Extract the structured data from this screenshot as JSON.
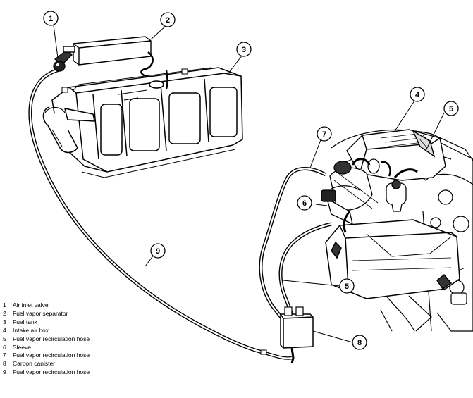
{
  "callouts": [
    {
      "number": "1"
    },
    {
      "number": "2"
    },
    {
      "number": "3"
    },
    {
      "number": "4"
    },
    {
      "number": "5"
    },
    {
      "number": "7"
    },
    {
      "number": "6"
    },
    {
      "number": "9"
    },
    {
      "number": "5"
    },
    {
      "number": "8"
    }
  ],
  "legend": [
    {
      "number": "1",
      "text": "Air inlet valve"
    },
    {
      "number": "2",
      "text": "Fuel vapor separator"
    },
    {
      "number": "3",
      "text": "Fuel tank"
    },
    {
      "number": "4",
      "text": "Intake air box"
    },
    {
      "number": "5",
      "text": "Fuel vapor recirculation hose"
    },
    {
      "number": "6",
      "text": "Sleeve"
    },
    {
      "number": "7",
      "text": "Fuel vapor recirculation hose"
    },
    {
      "number": "8",
      "text": "Carbon canister"
    },
    {
      "number": "9",
      "text": "Fuel vapor recirculation hose"
    }
  ]
}
